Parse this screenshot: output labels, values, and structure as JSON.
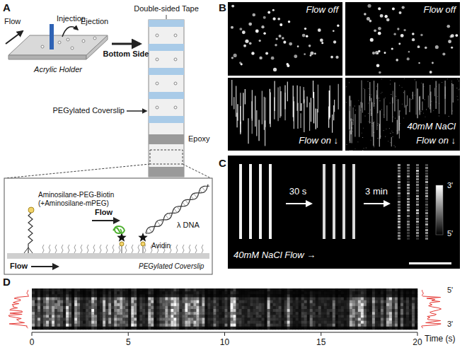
{
  "diagram": {
    "nodes": [
      {
        "text": [
          "Flow off"
        ]
      },
      {
        "text": [
          "Flow off"
        ]
      },
      {
        "text": [
          "Flow on ↓"
        ]
      },
      {
        "text": [
          "40mM NaCl",
          "Flow on ↓"
        ]
      },
      {
        "text": [
          "30 s",
          "3 min",
          "3'",
          "5'",
          "40mM NaCl Flow →"
        ]
      }
    ],
    "labels": [
      "A",
      "Flow",
      "Injection",
      "Ejection",
      "Acrylic Holder",
      "Bottom Side",
      "Double-sided Tape",
      "PEGylated Coverslip",
      "Epoxy",
      "Aminosilane-PEG-Biotin",
      "(+Aminosilane-mPEG)",
      "Flow",
      "Avidin",
      "λ DNA",
      "Flow",
      "PEGylated Coverslip",
      "B",
      "C",
      "D",
      "5'",
      "3'",
      "0",
      "5",
      "10",
      "15",
      "20",
      "Time (s)"
    ]
  }
}
